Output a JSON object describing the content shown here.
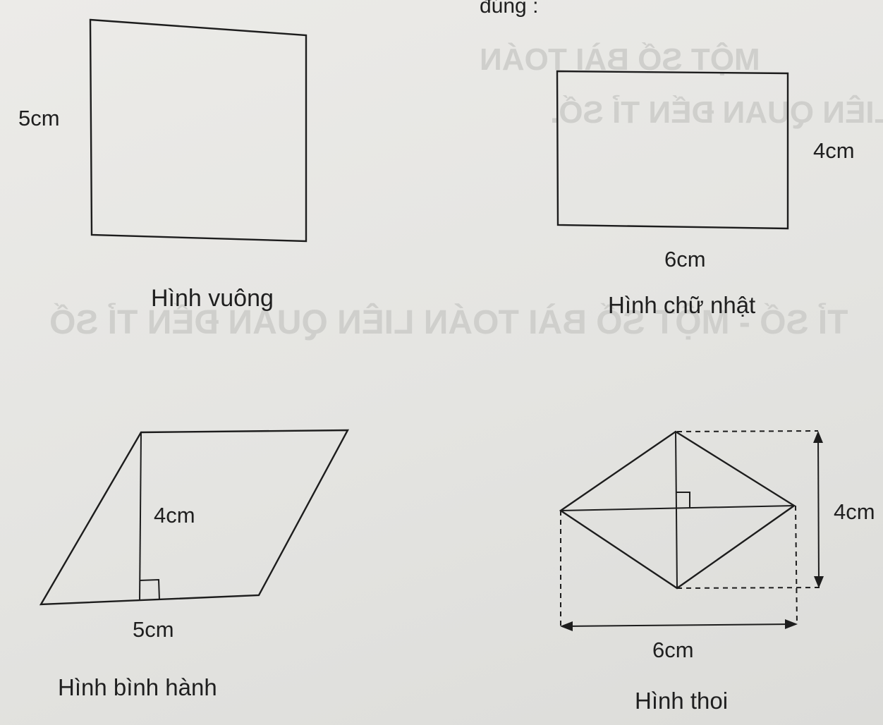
{
  "header_fragment": "đúng :",
  "figures": {
    "square": {
      "side_label": "5cm",
      "name": "Hình vuông"
    },
    "rectangle": {
      "height_label": "4cm",
      "width_label": "6cm",
      "name": "Hình chữ nhật"
    },
    "parallelogram": {
      "height_label": "4cm",
      "base_label": "5cm",
      "name": "Hình bình hành"
    },
    "rhombus": {
      "diagonal_short_label": "4cm",
      "diagonal_long_label": "6cm",
      "name": "Hình thoi"
    }
  }
}
